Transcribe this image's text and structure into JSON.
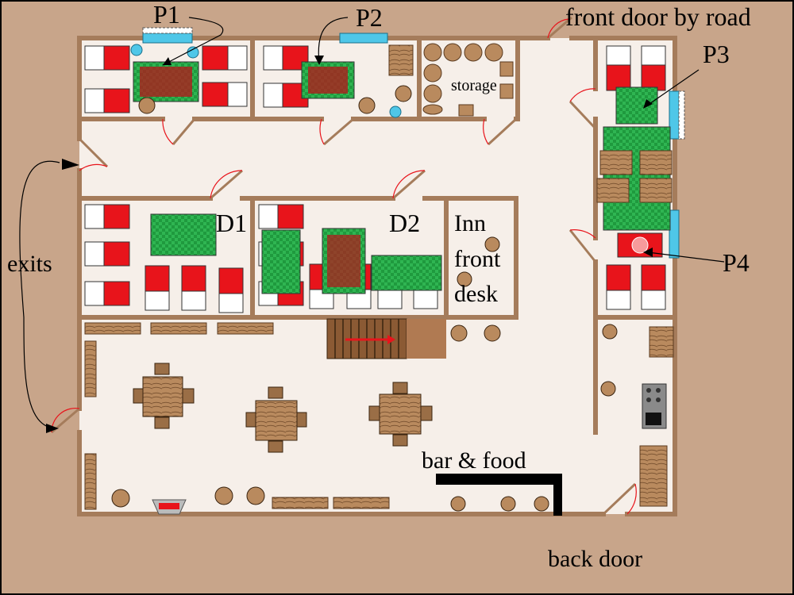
{
  "labels": {
    "p1": "P1",
    "p2": "P2",
    "p3": "P3",
    "p4": "P4",
    "d1": "D1",
    "d2": "D2",
    "front_door": "front door by road",
    "storage": "storage",
    "inn_front_desk": [
      "Inn",
      "front",
      "desk"
    ],
    "exits": "exits",
    "bar_food": "bar & food",
    "back_door": "back door"
  },
  "colors": {
    "ground": "#c8a58a",
    "floor": "#f6efe9",
    "wall": "#a57c5b",
    "bed_red": "#e8141b",
    "rug_green": "#1f9a3e",
    "rug_red": "#b8141b",
    "wood": "#b98a5e",
    "window": "#4fc7e8",
    "bar_black": "#000000"
  }
}
